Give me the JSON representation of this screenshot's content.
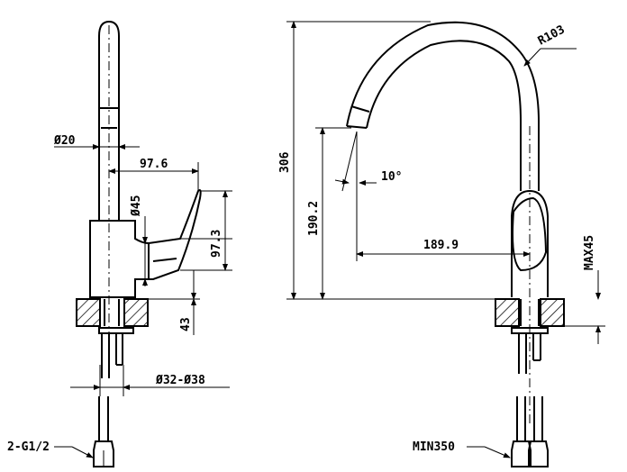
{
  "side_view": {
    "dim_dia20": "Ø20",
    "dim_97_6": "97.6",
    "dim_dia45": "Ø45",
    "dim_97_3": "97.3",
    "dim_43": "43",
    "dim_dia32_38": "Ø32-Ø38",
    "thread_label": "2-G1/2"
  },
  "front_view": {
    "dim_306": "306",
    "dim_190_2": "190.2",
    "dim_10deg": "10°",
    "dim_189_9": "189.9",
    "dim_r103": "R103",
    "dim_max45": "MAX45",
    "hose_label": "MIN350"
  }
}
